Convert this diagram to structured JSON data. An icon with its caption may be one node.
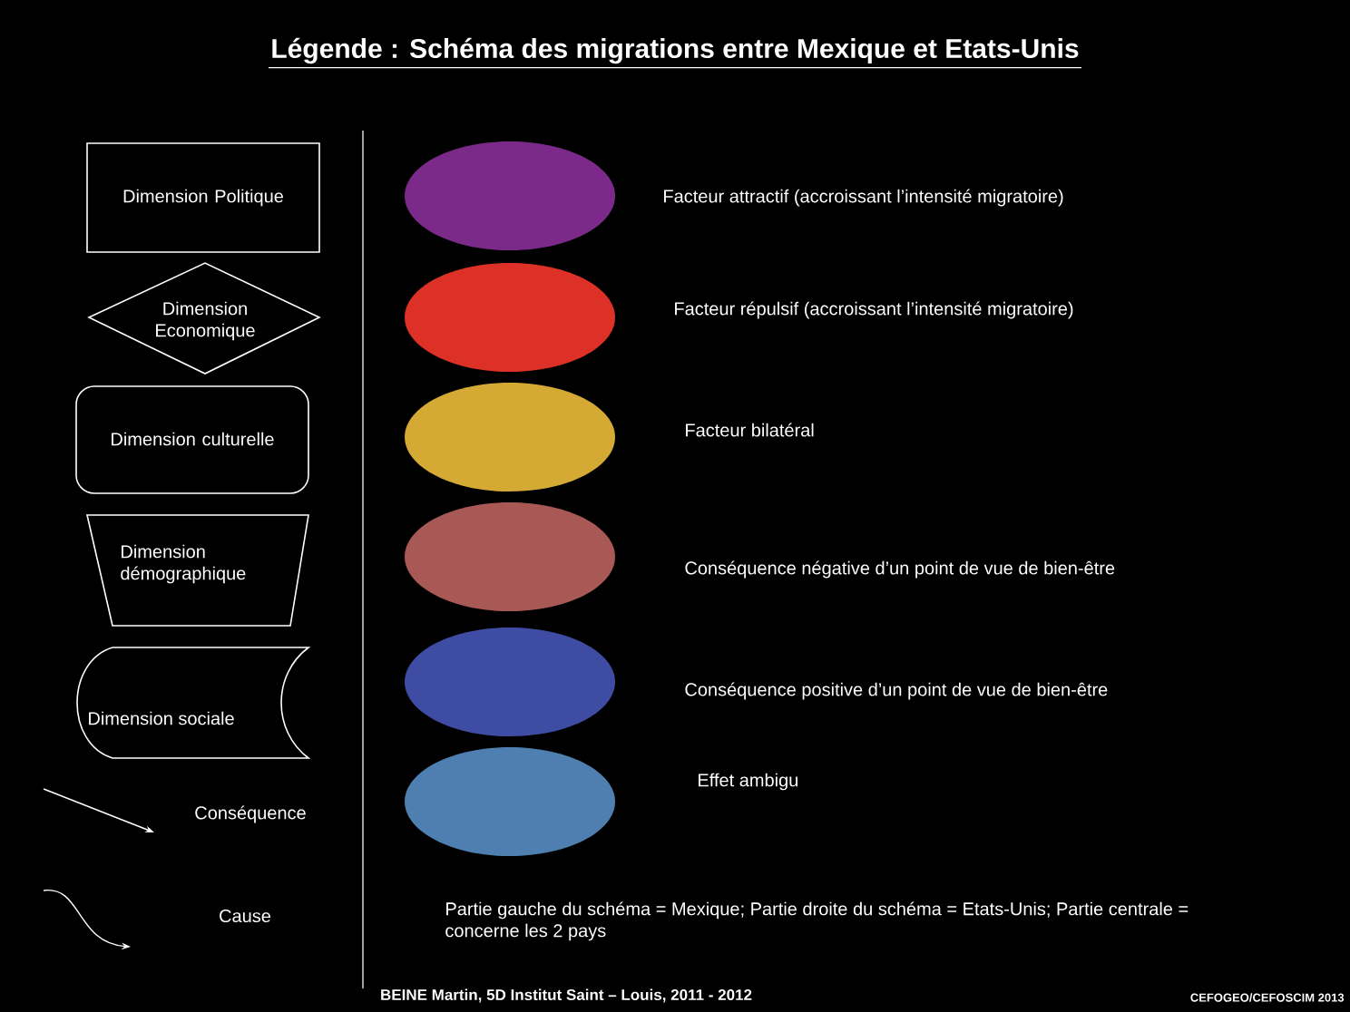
{
  "diagram": {
    "title": "Légende : Schéma des migrations entre Mexique et Etats-Unis",
    "nodes": [
      {
        "text": [
          "Dimension Politique"
        ]
      },
      {
        "text": [
          "Dimension Economique"
        ]
      },
      {
        "text": [
          "Dimension culturelle"
        ]
      },
      {
        "text": [
          "Dimension démographique"
        ]
      },
      {
        "text": [
          "Dimension sociale"
        ]
      }
    ],
    "legend": [
      {
        "text": "Facteur attractif (accroissant l’intensité migratoire)",
        "color": "#7b2a8a"
      },
      {
        "text": "Facteur répulsif (accroissant l’intensité migratoire)",
        "color": "#dd3127"
      },
      {
        "text": "Facteur bilatéral",
        "color": "#d4aa35"
      },
      {
        "text": "Conséquence négative d’un point de vue de bien-être",
        "color": "#a85855"
      },
      {
        "text": "Conséquence positive d’un point de vue de bien-être",
        "color": "#3e4ca3"
      },
      {
        "text": "Effet ambigu",
        "color": "#4e7fb0"
      },
      {
        "text": "Conséquence"
      },
      {
        "text": "Cause"
      }
    ],
    "labels": [
      "Partie gauche du schéma = Mexique; Partie droite du schéma = Etats-Unis; Partie centrale = concerne les 2 pays",
      "BEINE Martin, 5D Institut Saint – Louis, 2011 - 2012",
      "CEFOGEO/CEFOSCIM 2013"
    ]
  }
}
